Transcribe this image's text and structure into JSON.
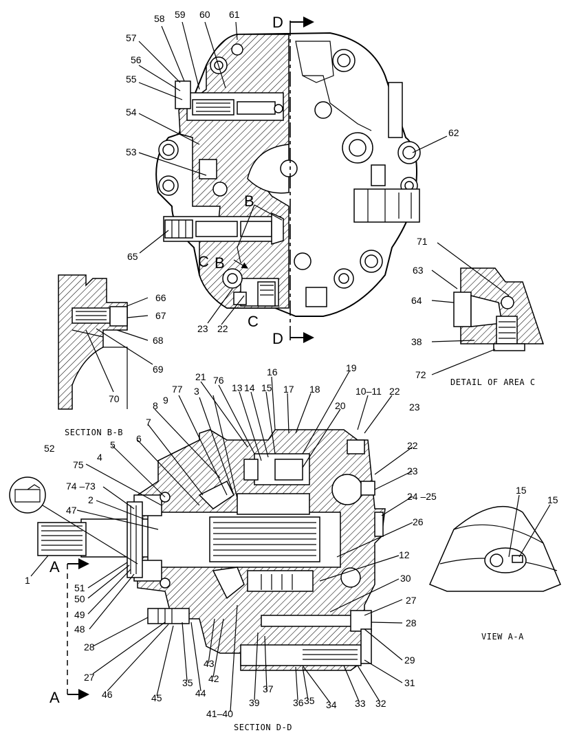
{
  "section_markers": {
    "d_top": "D",
    "d_bottom": "D",
    "b_upper": "B",
    "b_lower": "B",
    "c_left": "C",
    "c_area": "C",
    "a_upper": "A",
    "a_lower": "A"
  },
  "captions": {
    "detail_c": "DETAIL OF AREA C",
    "section_bb": "SECTION B-B",
    "view_aa": "VIEW A-A",
    "section_dd": "SECTION D-D"
  },
  "callouts": {
    "c58": "58",
    "c59": "59",
    "c60": "60",
    "c61": "61",
    "c57": "57",
    "c56": "56",
    "c55": "55",
    "c54": "54",
    "c53": "53",
    "c62": "62",
    "c65": "65",
    "c23a": "23",
    "c22a": "22",
    "c71": "71",
    "c63": "63",
    "c64": "64",
    "c38": "38",
    "c72": "72",
    "c66": "66",
    "c67": "67",
    "c68": "68",
    "c69": "69",
    "c70": "70",
    "c19": "19",
    "c16": "16",
    "c21": "21",
    "c76": "76",
    "c13": "13",
    "c14": "14",
    "c15a": "15",
    "c17": "17",
    "c18": "18",
    "c1011": "10–11",
    "c22b": "22",
    "c23b": "23",
    "c20": "20",
    "c8": "8",
    "c77": "77",
    "c3": "3",
    "c9": "9",
    "c7": "7",
    "c6": "6",
    "c5": "5",
    "c52": "52",
    "c4": "4",
    "c75": "75",
    "c7473": "74 –73",
    "c2": "2",
    "c47": "47",
    "c22c": "22",
    "c23c": "23",
    "c2425": "24 –25",
    "c26": "26",
    "c12": "12",
    "c30": "30",
    "c27a": "27",
    "c28a": "28",
    "c29": "29",
    "c31": "31",
    "c32": "32",
    "c33": "33",
    "c34": "34",
    "c35a": "35",
    "c36": "36",
    "c37": "37",
    "c39": "39",
    "c4140": "41–40",
    "c42": "42",
    "c43": "43",
    "c44": "44",
    "c35b": "35",
    "c45": "45",
    "c46": "46",
    "c27b": "27",
    "c28b": "28",
    "c48": "48",
    "c49": "49",
    "c50": "50",
    "c51": "51",
    "c1": "1",
    "c15b": "15",
    "c15c": "15"
  }
}
